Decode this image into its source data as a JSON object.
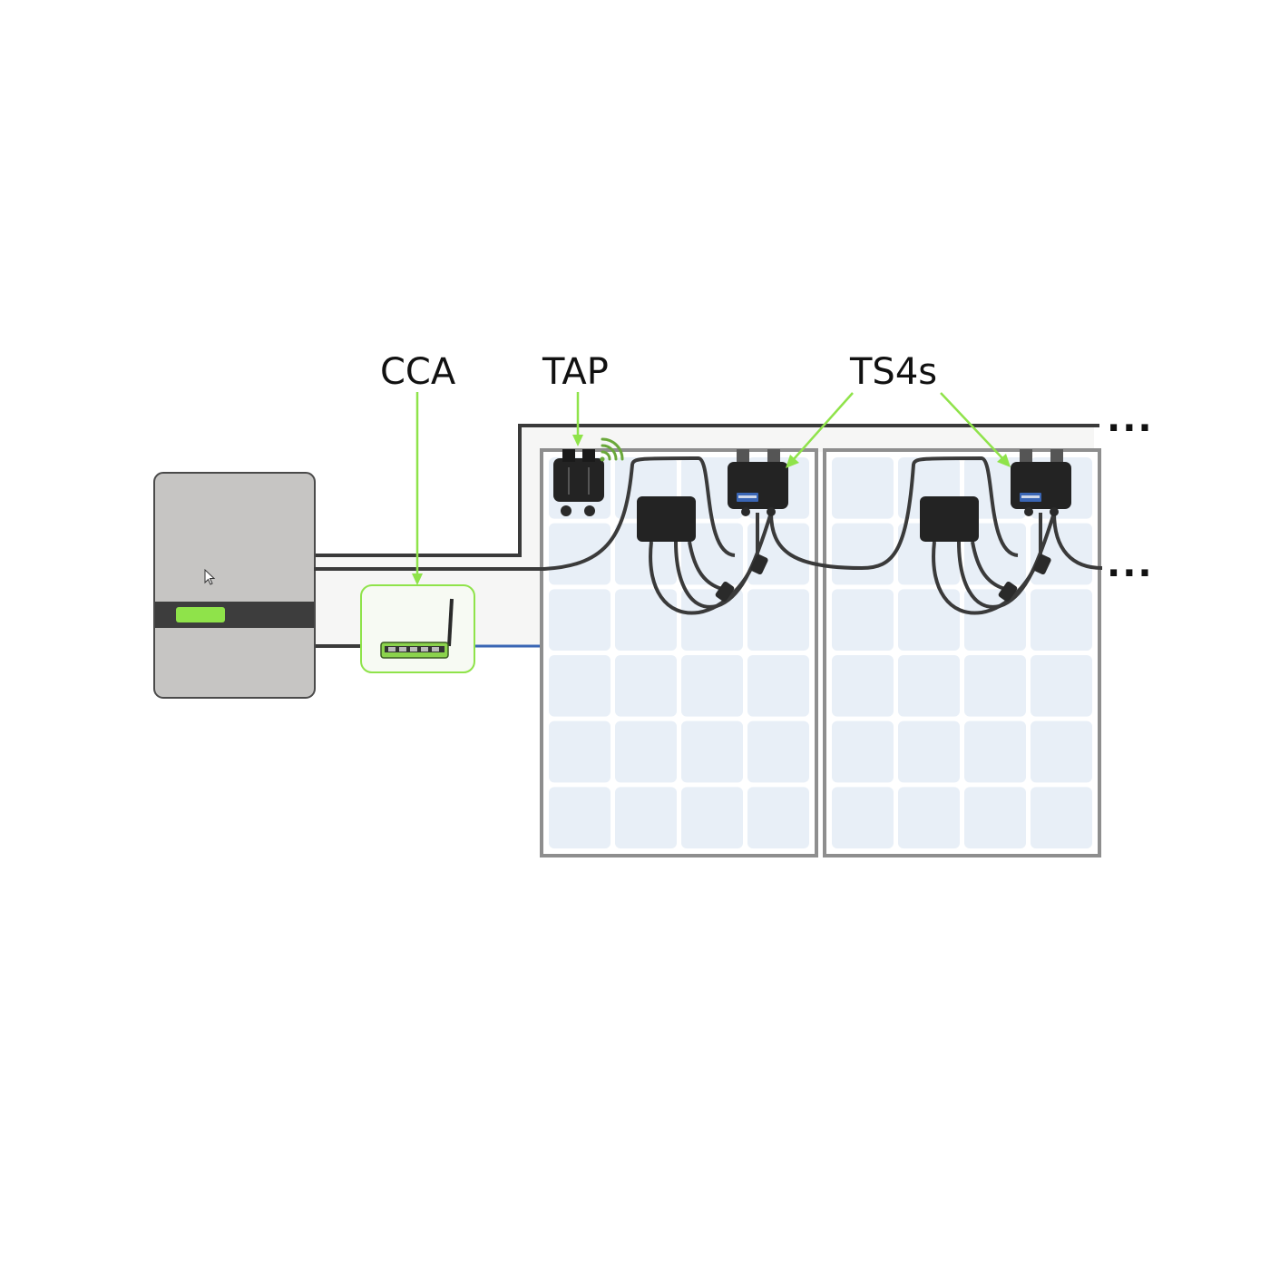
{
  "labels": {
    "cca": "CCA",
    "tap": "TAP",
    "ts4s": "TS4s",
    "continuation_top": "...",
    "continuation_bottom": "..."
  },
  "colors": {
    "callout": "#8fe34a",
    "inverter_body": "#c6c5c3",
    "inverter_band": "#3d3d3d",
    "inverter_led": "#8fe34a",
    "panel_frame": "#8e8e8e",
    "panel_cell": "#e8eff7",
    "cable": "#3a3a3a",
    "data_line": "#3a66b5",
    "device": "#232323",
    "wifi": "#6aa83a"
  },
  "icons": {
    "inverter": "inverter-icon",
    "cca": "cca-gateway-icon",
    "tap": "tap-access-point-icon",
    "wifi": "wifi-signal-icon",
    "ts4": "ts4-optimizer-icon",
    "junction_box": "junction-box-icon",
    "cursor": "mouse-cursor-icon"
  }
}
